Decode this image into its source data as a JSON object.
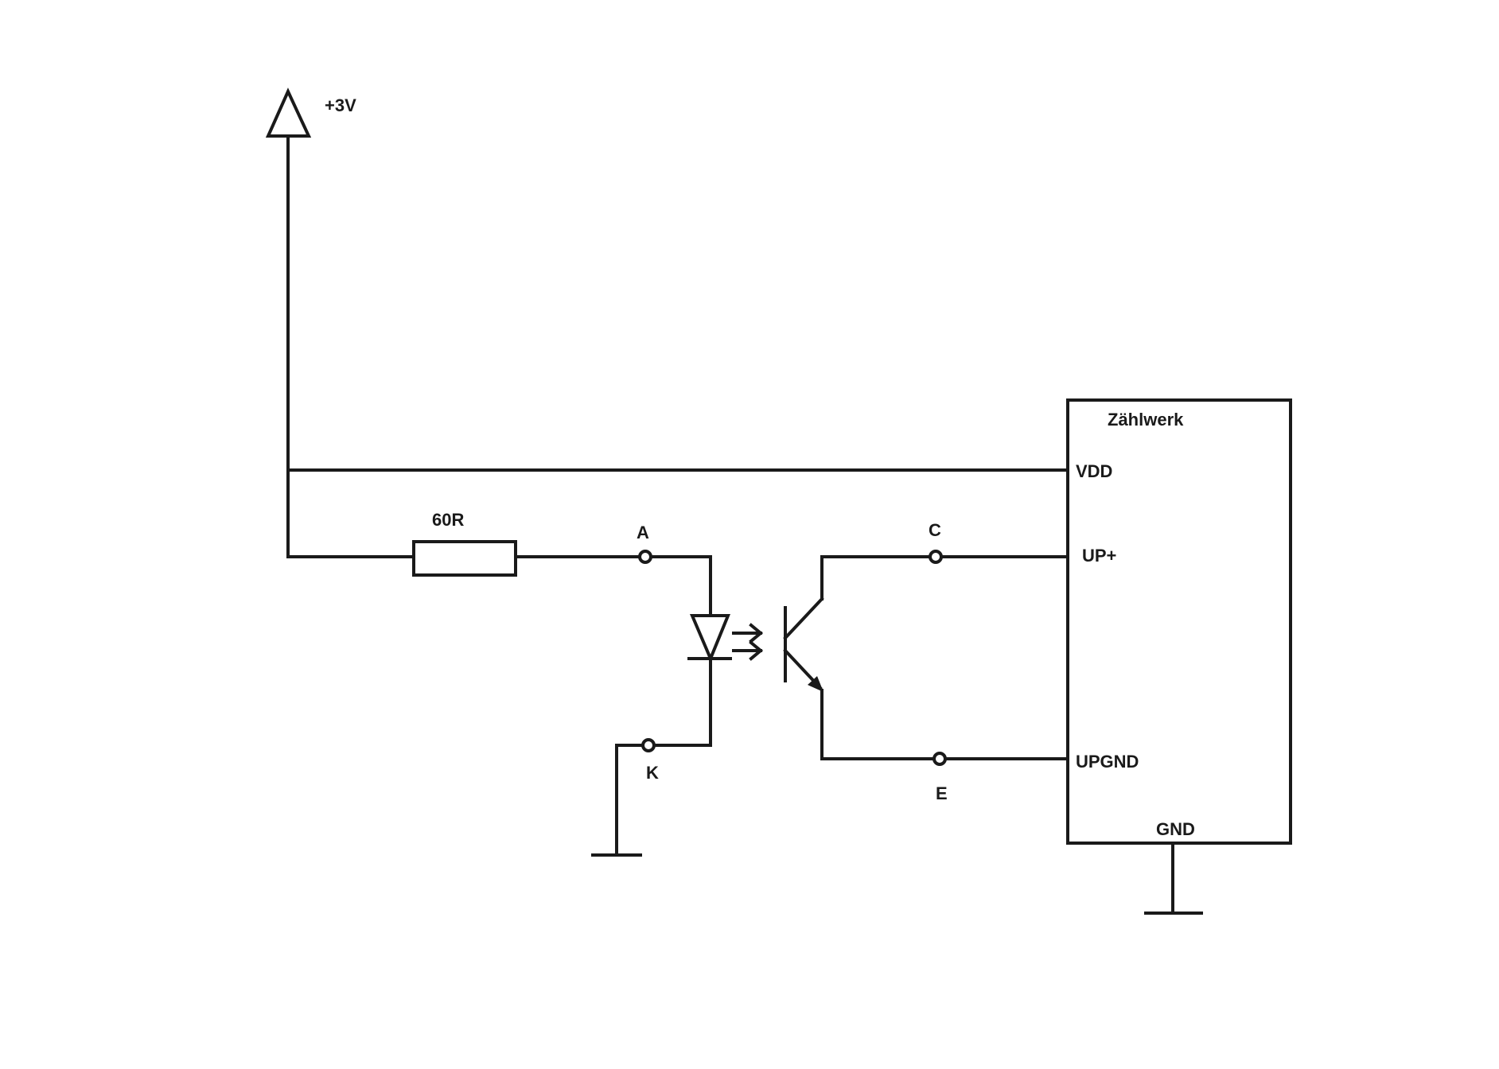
{
  "supply": {
    "label": "+3V"
  },
  "resistor": {
    "label": "60R"
  },
  "optocoupler": {
    "anode_label": "A",
    "cathode_label": "K",
    "collector_label": "C",
    "emitter_label": "E"
  },
  "counter": {
    "title": "Zählwerk",
    "pins": {
      "vdd": "VDD",
      "up_plus": "UP+",
      "upgnd": "UPGND",
      "gnd": "GND"
    }
  },
  "colors": {
    "ink": "#1a1a1a",
    "background": "#ffffff"
  }
}
